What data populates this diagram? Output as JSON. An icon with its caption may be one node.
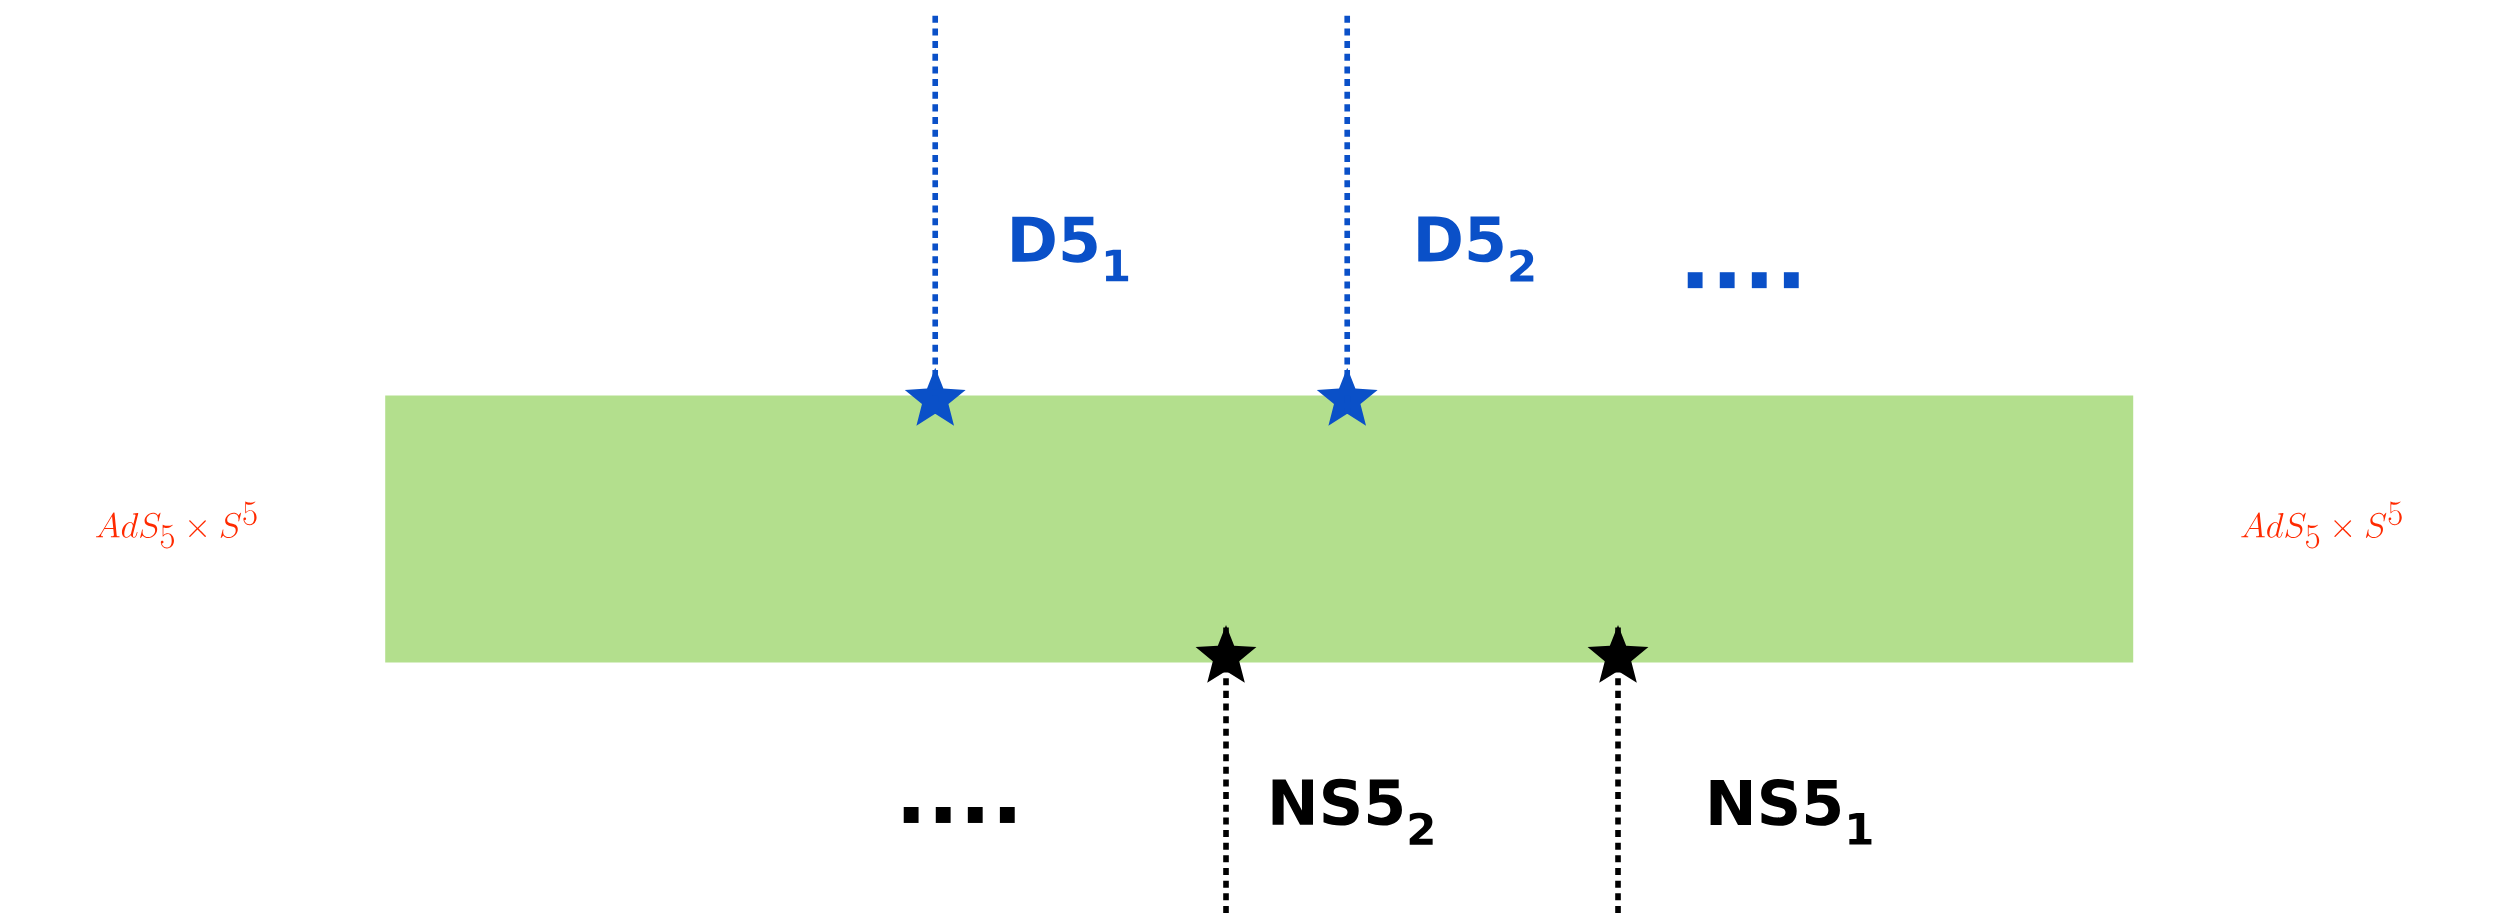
{
  "diagram": {
    "nodes": [
      {
        "text": [],
        "shape": "bar"
      },
      {
        "text": [],
        "shape": "star"
      },
      {
        "text": [],
        "shape": "star"
      },
      {
        "text": [],
        "shape": "star"
      },
      {
        "text": [],
        "shape": "star"
      }
    ],
    "edges": [
      {
        "from": null,
        "to": 1,
        "arrow": "none",
        "style": "dashed",
        "color": "#0a50c8"
      },
      {
        "from": null,
        "to": 2,
        "arrow": "none",
        "style": "dashed",
        "color": "#0a50c8"
      },
      {
        "from": null,
        "to": 3,
        "arrow": "none",
        "style": "dashed",
        "color": "#000000"
      },
      {
        "from": null,
        "to": 4,
        "arrow": "none",
        "style": "dashed",
        "color": "#000000"
      }
    ],
    "labels": [
      "D5$_{1}$",
      "D5$_{2}$",
      "....",
      "AdS_5 \\times S^5",
      "AdS_5 \\times S^5",
      "....",
      "NS5$_{2}$",
      "NS5$_{1}$"
    ]
  }
}
